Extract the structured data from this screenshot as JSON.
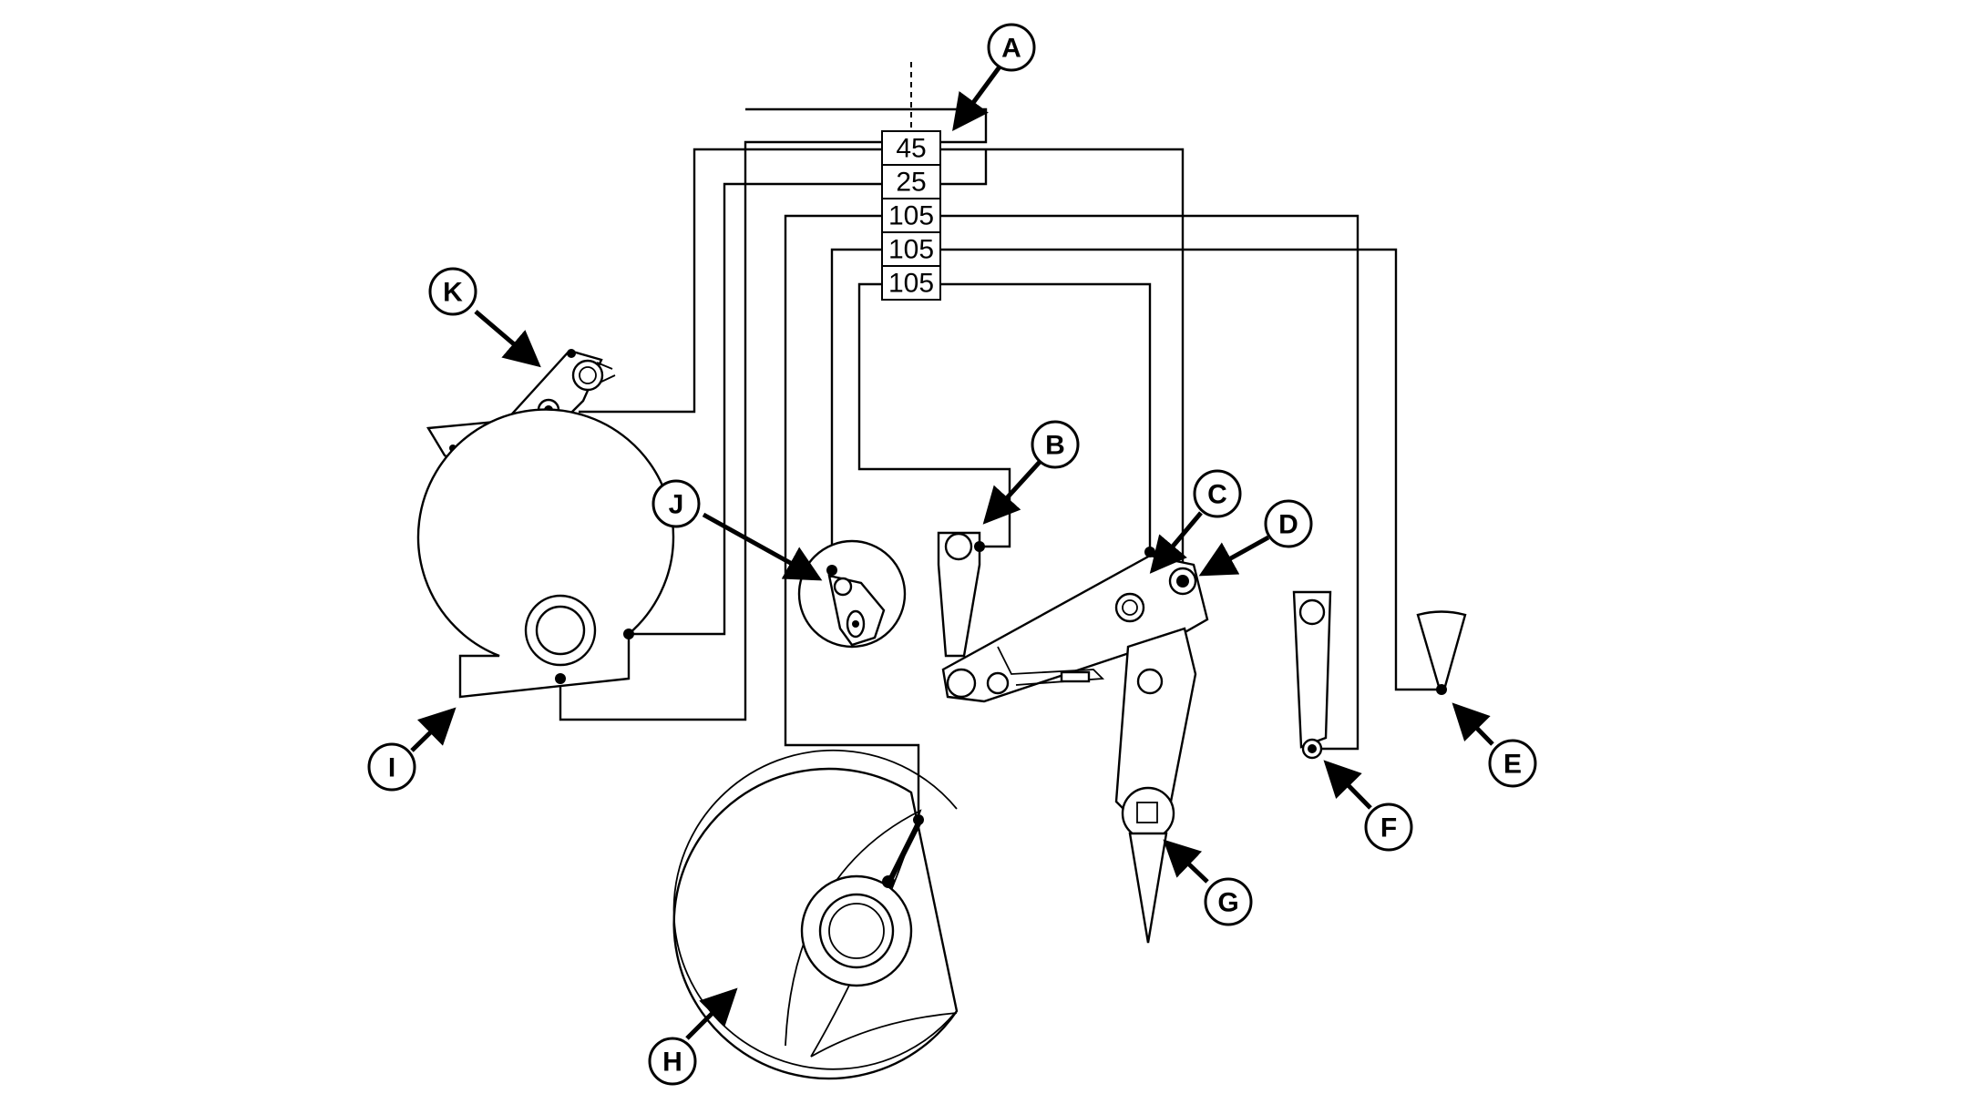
{
  "diagram": {
    "stack_values": [
      "45",
      "25",
      "105",
      "105",
      "105"
    ],
    "callouts": [
      {
        "id": "A",
        "label": "A"
      },
      {
        "id": "B",
        "label": "B"
      },
      {
        "id": "C",
        "label": "C"
      },
      {
        "id": "D",
        "label": "D"
      },
      {
        "id": "E",
        "label": "E"
      },
      {
        "id": "F",
        "label": "F"
      },
      {
        "id": "G",
        "label": "G"
      },
      {
        "id": "H",
        "label": "H"
      },
      {
        "id": "I",
        "label": "I"
      },
      {
        "id": "J",
        "label": "J"
      },
      {
        "id": "K",
        "label": "K"
      }
    ]
  }
}
